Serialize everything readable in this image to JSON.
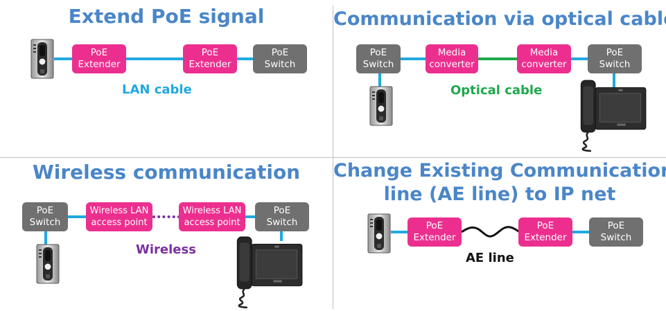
{
  "panels": {
    "extend_poe": {
      "title": "Extend PoE signal",
      "box1": {
        "line1": "PoE",
        "line2": "Extender"
      },
      "box2": {
        "line1": "PoE",
        "line2": "Extender"
      },
      "box3": {
        "line1": "PoE",
        "line2": "Switch"
      },
      "caption": "LAN cable"
    },
    "optical": {
      "title": "Communication via optical cable",
      "box1": {
        "line1": "PoE",
        "line2": "Switch"
      },
      "box2": {
        "line1": "Media",
        "line2": "converter"
      },
      "box3": {
        "line1": "Media",
        "line2": "converter"
      },
      "box4": {
        "line1": "PoE",
        "line2": "Switch"
      },
      "caption": "Optical cable"
    },
    "wireless": {
      "title": "Wireless communication",
      "box1": {
        "line1": "PoE",
        "line2": "Switch"
      },
      "box2": {
        "line1": "Wireless LAN",
        "line2": "access point"
      },
      "box3": {
        "line1": "Wireless LAN",
        "line2": "access point"
      },
      "box4": {
        "line1": "PoE",
        "line2": "Switch"
      },
      "caption": "Wireless"
    },
    "ae_line": {
      "title_line1": "Change Existing Communication",
      "title_line2": "line (AE line) to IP net",
      "box1": {
        "line1": "PoE",
        "line2": "Extender"
      },
      "box2": {
        "line1": "PoE",
        "line2": "Extender"
      },
      "box3": {
        "line1": "PoE",
        "line2": "Switch"
      },
      "caption": "AE line"
    }
  },
  "colors": {
    "title": "#4a86c8",
    "extender_box": "#ec2f8f",
    "switch_box": "#707070",
    "lan_cable": "#1fa9e1",
    "optical_cable": "#1ea84b",
    "wireless": "#7a2f9f",
    "ae_line": "#111111"
  },
  "icons": [
    "door-station-icon",
    "master-station-icon"
  ]
}
